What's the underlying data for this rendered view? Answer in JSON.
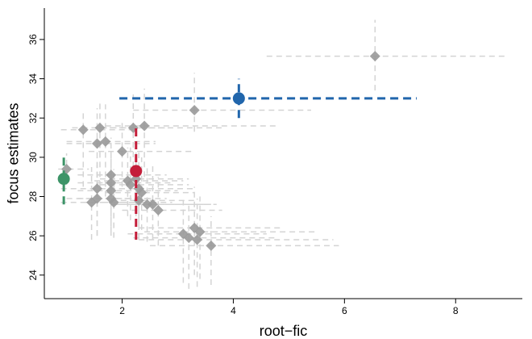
{
  "chart_data": {
    "type": "scatter",
    "title": "",
    "xlabel": "root−fic",
    "ylabel": "focus estimates",
    "xlim": [
      0.6,
      9.2
    ],
    "ylim": [
      22.8,
      37.6
    ],
    "xticks": [
      2,
      4,
      6,
      8
    ],
    "yticks": [
      24,
      26,
      28,
      30,
      32,
      34,
      36
    ],
    "xtick_labels": [
      "2",
      "4",
      "6",
      "8"
    ],
    "ytick_labels": [
      "24",
      "26",
      "28",
      "30",
      "32",
      "34",
      "36"
    ],
    "grid": false,
    "legend": "none",
    "background_points": {
      "color": "#999999",
      "error_color": "#d4d4d4",
      "points": [
        {
          "x": 6.55,
          "y": 35.15,
          "xlo": 4.6,
          "xhi": 8.9,
          "ylo": 33.4,
          "yhi": 37.0
        },
        {
          "x": 3.3,
          "y": 32.4,
          "xlo": 2.2,
          "xhi": 5.4,
          "ylo": 31.3,
          "yhi": 34.3
        },
        {
          "x": 1.0,
          "y": 29.4,
          "xlo": 0.85,
          "xhi": 1.4,
          "ylo": 28.6,
          "yhi": 30.2
        },
        {
          "x": 1.3,
          "y": 31.4,
          "xlo": 0.9,
          "xhi": 2.2,
          "ylo": 28.5,
          "yhi": 32.4
        },
        {
          "x": 1.6,
          "y": 31.5,
          "xlo": 1.1,
          "xhi": 2.8,
          "ylo": 28.5,
          "yhi": 32.8
        },
        {
          "x": 1.55,
          "y": 30.7,
          "xlo": 1.0,
          "xhi": 2.6,
          "ylo": 28.0,
          "yhi": 32.5
        },
        {
          "x": 1.7,
          "y": 30.8,
          "xlo": 1.0,
          "xhi": 2.6,
          "ylo": 28.0,
          "yhi": 32.7
        },
        {
          "x": 2.0,
          "y": 30.3,
          "xlo": 1.4,
          "xhi": 3.3,
          "ylo": 28.5,
          "yhi": 31.8
        },
        {
          "x": 2.2,
          "y": 31.5,
          "xlo": 1.6,
          "xhi": 3.8,
          "ylo": 29.5,
          "yhi": 33.2
        },
        {
          "x": 2.4,
          "y": 31.6,
          "xlo": 1.7,
          "xhi": 4.8,
          "ylo": 29.0,
          "yhi": 33.5
        },
        {
          "x": 1.8,
          "y": 29.1,
          "xlo": 1.2,
          "xhi": 2.8,
          "ylo": 27.0,
          "yhi": 31.0
        },
        {
          "x": 1.8,
          "y": 28.7,
          "xlo": 1.2,
          "xhi": 2.9,
          "ylo": 26.5,
          "yhi": 30.5
        },
        {
          "x": 1.8,
          "y": 28.3,
          "xlo": 1.2,
          "xhi": 3.0,
          "ylo": 26.2,
          "yhi": 30.3
        },
        {
          "x": 1.55,
          "y": 28.4,
          "xlo": 0.9,
          "xhi": 2.4,
          "ylo": 26.0,
          "yhi": 30.0
        },
        {
          "x": 2.1,
          "y": 28.8,
          "xlo": 1.5,
          "xhi": 3.1,
          "ylo": 27.0,
          "yhi": 30.5
        },
        {
          "x": 2.25,
          "y": 28.9,
          "xlo": 1.6,
          "xhi": 3.2,
          "ylo": 27.0,
          "yhi": 30.8
        },
        {
          "x": 2.3,
          "y": 28.4,
          "xlo": 1.6,
          "xhi": 3.3,
          "ylo": 26.5,
          "yhi": 30.3
        },
        {
          "x": 2.15,
          "y": 28.6,
          "xlo": 1.6,
          "xhi": 3.2,
          "ylo": 26.8,
          "yhi": 30.5
        },
        {
          "x": 2.35,
          "y": 28.2,
          "xlo": 1.7,
          "xhi": 3.3,
          "ylo": 26.3,
          "yhi": 30.0
        },
        {
          "x": 2.3,
          "y": 27.8,
          "xlo": 1.8,
          "xhi": 3.3,
          "ylo": 25.8,
          "yhi": 29.5
        },
        {
          "x": 1.45,
          "y": 27.7,
          "xlo": 0.9,
          "xhi": 2.3,
          "ylo": 25.8,
          "yhi": 29.5
        },
        {
          "x": 1.55,
          "y": 27.9,
          "xlo": 1.0,
          "xhi": 2.5,
          "ylo": 26.0,
          "yhi": 29.6
        },
        {
          "x": 1.8,
          "y": 27.9,
          "xlo": 1.2,
          "xhi": 2.8,
          "ylo": 26.0,
          "yhi": 29.8
        },
        {
          "x": 1.85,
          "y": 27.7,
          "xlo": 1.3,
          "xhi": 2.9,
          "ylo": 25.9,
          "yhi": 29.4
        },
        {
          "x": 2.45,
          "y": 27.6,
          "xlo": 1.8,
          "xhi": 3.6,
          "ylo": 25.7,
          "yhi": 29.5
        },
        {
          "x": 2.55,
          "y": 27.6,
          "xlo": 1.9,
          "xhi": 3.7,
          "ylo": 25.8,
          "yhi": 29.6
        },
        {
          "x": 2.65,
          "y": 27.3,
          "xlo": 2.0,
          "xhi": 3.8,
          "ylo": 25.5,
          "yhi": 29.0
        },
        {
          "x": 3.1,
          "y": 26.1,
          "xlo": 2.1,
          "xhi": 4.6,
          "ylo": 23.6,
          "yhi": 27.8
        },
        {
          "x": 3.2,
          "y": 25.9,
          "xlo": 2.2,
          "xhi": 4.8,
          "ylo": 23.3,
          "yhi": 27.6
        },
        {
          "x": 3.3,
          "y": 26.4,
          "xlo": 2.3,
          "xhi": 4.9,
          "ylo": 24.0,
          "yhi": 28.5
        },
        {
          "x": 3.35,
          "y": 25.8,
          "xlo": 2.3,
          "xhi": 5.8,
          "ylo": 23.4,
          "yhi": 27.9
        },
        {
          "x": 3.4,
          "y": 26.2,
          "xlo": 2.4,
          "xhi": 5.5,
          "ylo": 23.8,
          "yhi": 28.0
        },
        {
          "x": 3.6,
          "y": 25.5,
          "xlo": 2.5,
          "xhi": 5.9,
          "ylo": 23.5,
          "yhi": 27.0
        }
      ]
    },
    "highlight_points": [
      {
        "x": 0.95,
        "y": 28.9,
        "xlo": 0.93,
        "xhi": 0.98,
        "ylo": 27.6,
        "yhi": 30.2,
        "color": "#3d9468"
      },
      {
        "x": 2.25,
        "y": 29.3,
        "xlo": 2.23,
        "xhi": 2.27,
        "ylo": 25.8,
        "yhi": 31.7,
        "color": "#c41e3a"
      },
      {
        "x": 4.1,
        "y": 33.0,
        "xlo": 1.95,
        "xhi": 7.3,
        "ylo": 32.0,
        "yhi": 34.0,
        "color": "#2166ac"
      }
    ]
  }
}
